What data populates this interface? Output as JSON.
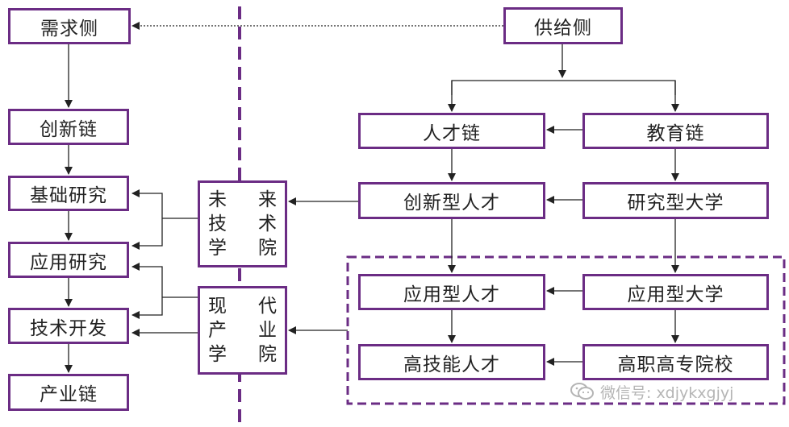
{
  "demand_side": {
    "header": "需求侧",
    "chain": [
      "创新链",
      "基础研究",
      "应用研究",
      "技术开发",
      "产业链"
    ]
  },
  "colleges": {
    "future_tech": [
      "未来",
      "技术",
      "学院"
    ],
    "modern_industry": [
      "现代",
      "产业",
      "学院"
    ]
  },
  "supply_side": {
    "header": "供给侧",
    "talent_chain": [
      "人才链",
      "创新型人才",
      "应用型人才",
      "高技能人才"
    ],
    "education_chain": [
      "教育链",
      "研究型大学",
      "应用型大学",
      "高职高专院校"
    ]
  },
  "watermark": "微信号: xdjykxgjyj",
  "colors": {
    "border": "#6b2c84",
    "divider": "#6b2c84",
    "arrow": "#222222",
    "watermark": "#b5b5b5"
  }
}
